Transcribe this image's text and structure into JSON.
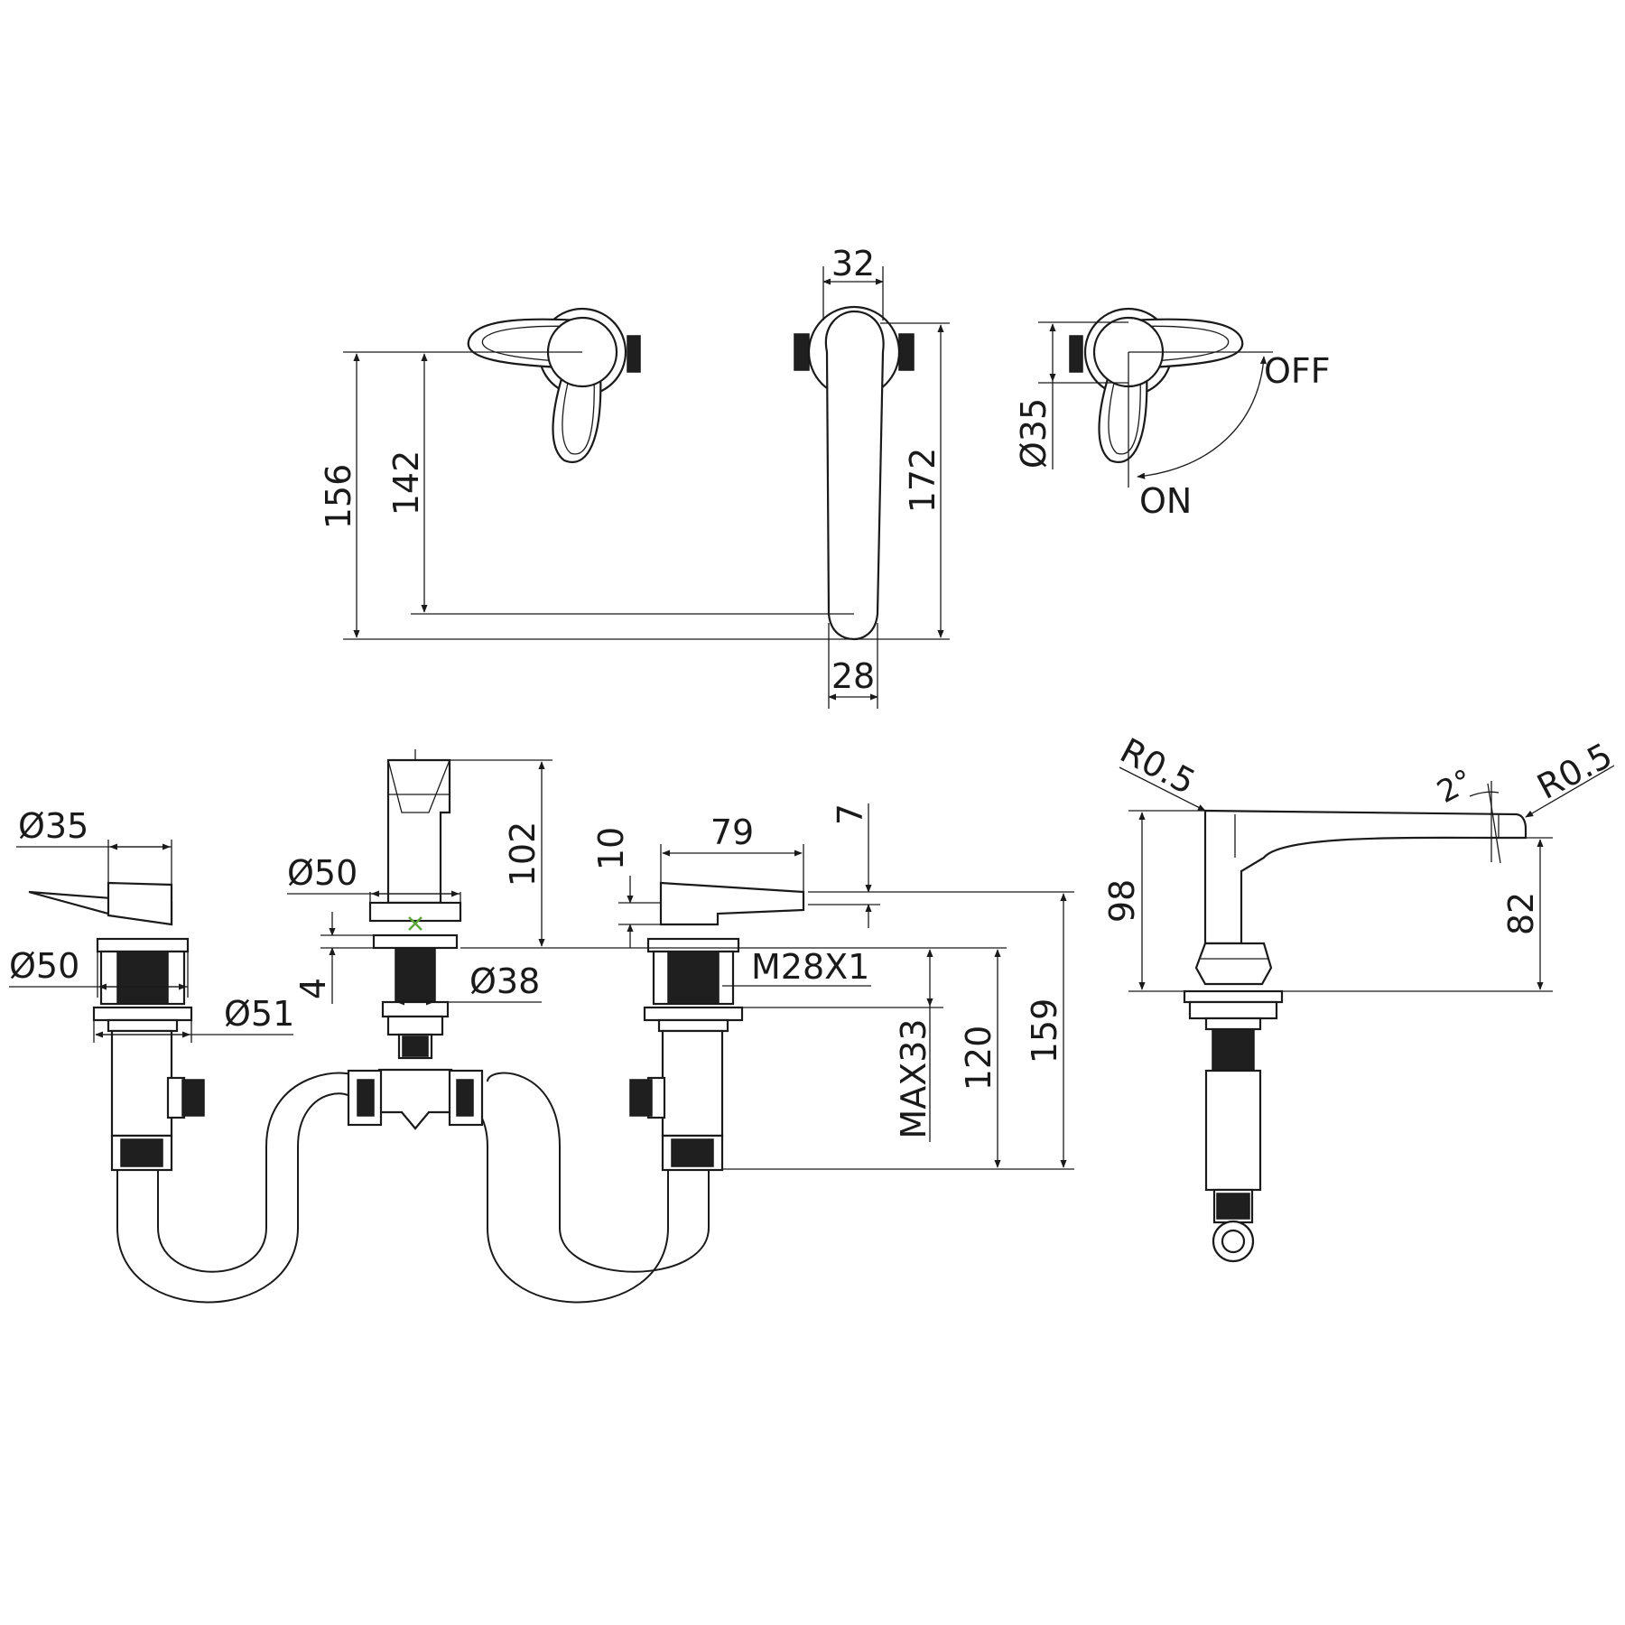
{
  "top_view": {
    "dims": {
      "width_spout_top": "32",
      "height_overall": "156",
      "height_lever": "142",
      "height_spout": "172",
      "width_spout_tip": "28",
      "handle_diameter": "Ø35"
    },
    "rotation": {
      "off": "OFF",
      "on": "ON"
    }
  },
  "front_view": {
    "dims": {
      "lever_dia": "Ø35",
      "flange_dia_left": "Ø50",
      "base_dia_left": "Ø51",
      "spout_base_dia": "Ø50",
      "plate_thickness": "4",
      "shank_dia": "Ø38",
      "spout_height": "102",
      "lever_height": "10",
      "lever_length": "79",
      "lever_thickness": "7",
      "thread": "M28X1",
      "max_deck": "MAX33",
      "body_length": "120",
      "total_length": "159"
    }
  },
  "side_view": {
    "dims": {
      "radius_top": "R0.5",
      "angle": "2°",
      "radius_tip": "R0.5",
      "height_total": "98",
      "outlet_height": "82"
    }
  }
}
